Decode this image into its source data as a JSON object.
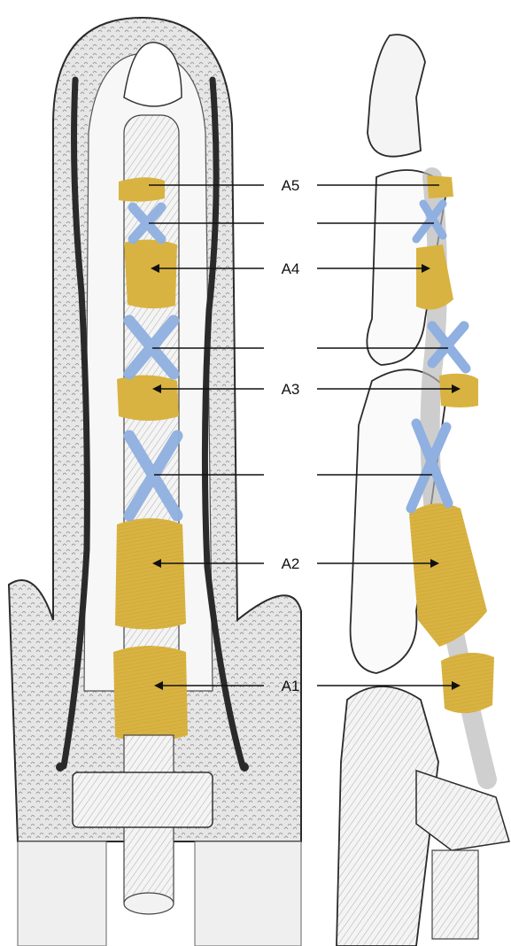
{
  "labels": {
    "a5": "A5",
    "a4": "A4",
    "a3": "A3",
    "a2": "A2",
    "a1": "A1"
  },
  "colors": {
    "annular_pulley": "#d9b341",
    "cruciate_pulley": "#8fb0e0",
    "skin": "#d6d6d6",
    "outline": "#2b2b2b",
    "vessel": "#2a2a2a",
    "background": "#ffffff"
  }
}
